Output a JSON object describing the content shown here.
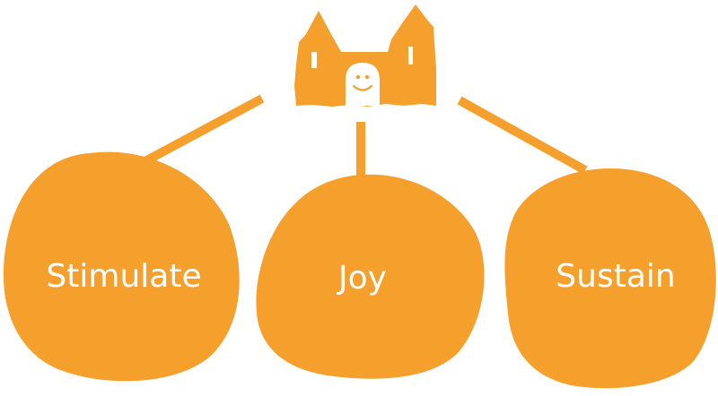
{
  "colors": {
    "accent": "#F5A02D",
    "label": "#FFFFFF",
    "castle_face": "#FFFFFF",
    "castle_ink": "#F5A02D"
  },
  "diagram": {
    "root": {
      "icon": "castle-with-smiling-face-icon"
    },
    "nodes": [
      {
        "label": "Stimulate"
      },
      {
        "label": "Joy"
      },
      {
        "label": "Sustain"
      }
    ]
  }
}
